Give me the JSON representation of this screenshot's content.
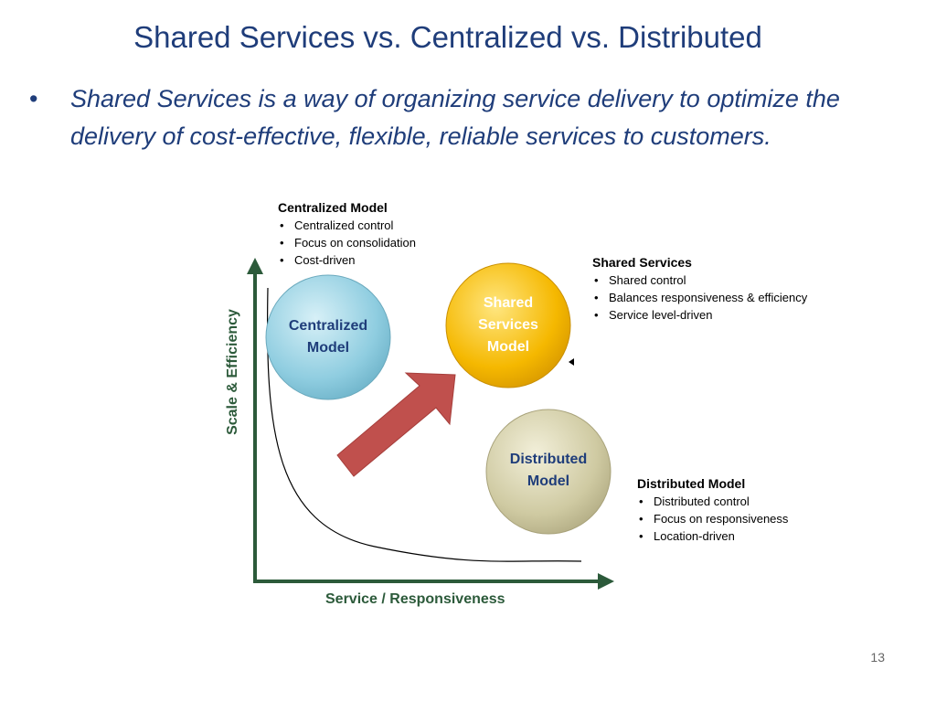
{
  "slide": {
    "title": "Shared Services vs. Centralized vs. Distributed",
    "bullet_text": "Shared Services is a way of organizing service delivery to optimize the delivery of cost-effective, flexible, reliable services to customers.",
    "page_number": "13"
  },
  "diagram": {
    "y_axis_label": "Scale & Efficiency",
    "x_axis_label": "Service / Responsiveness",
    "circles": {
      "centralized": {
        "line1": "Centralized",
        "line2": "Model",
        "color": "#8fcde0"
      },
      "shared": {
        "line1": "Shared",
        "line2": "Services",
        "line3": "Model",
        "color": "#f5b800"
      },
      "distributed": {
        "line1": "Distributed",
        "line2": "Model",
        "color": "#cfcaa2"
      }
    },
    "arrow_color": "#c0504d",
    "axis_color": "#2c5a3a"
  },
  "info_boxes": {
    "centralized": {
      "heading": "Centralized Model",
      "items": [
        "Centralized control",
        "Focus on consolidation",
        "Cost-driven"
      ]
    },
    "shared": {
      "heading": "Shared Services",
      "items": [
        "Shared control",
        "Balances responsiveness & efficiency",
        "Service level-driven"
      ]
    },
    "distributed": {
      "heading": "Distributed Model",
      "items": [
        "Distributed control",
        "Focus on responsiveness",
        "Location-driven"
      ]
    }
  }
}
